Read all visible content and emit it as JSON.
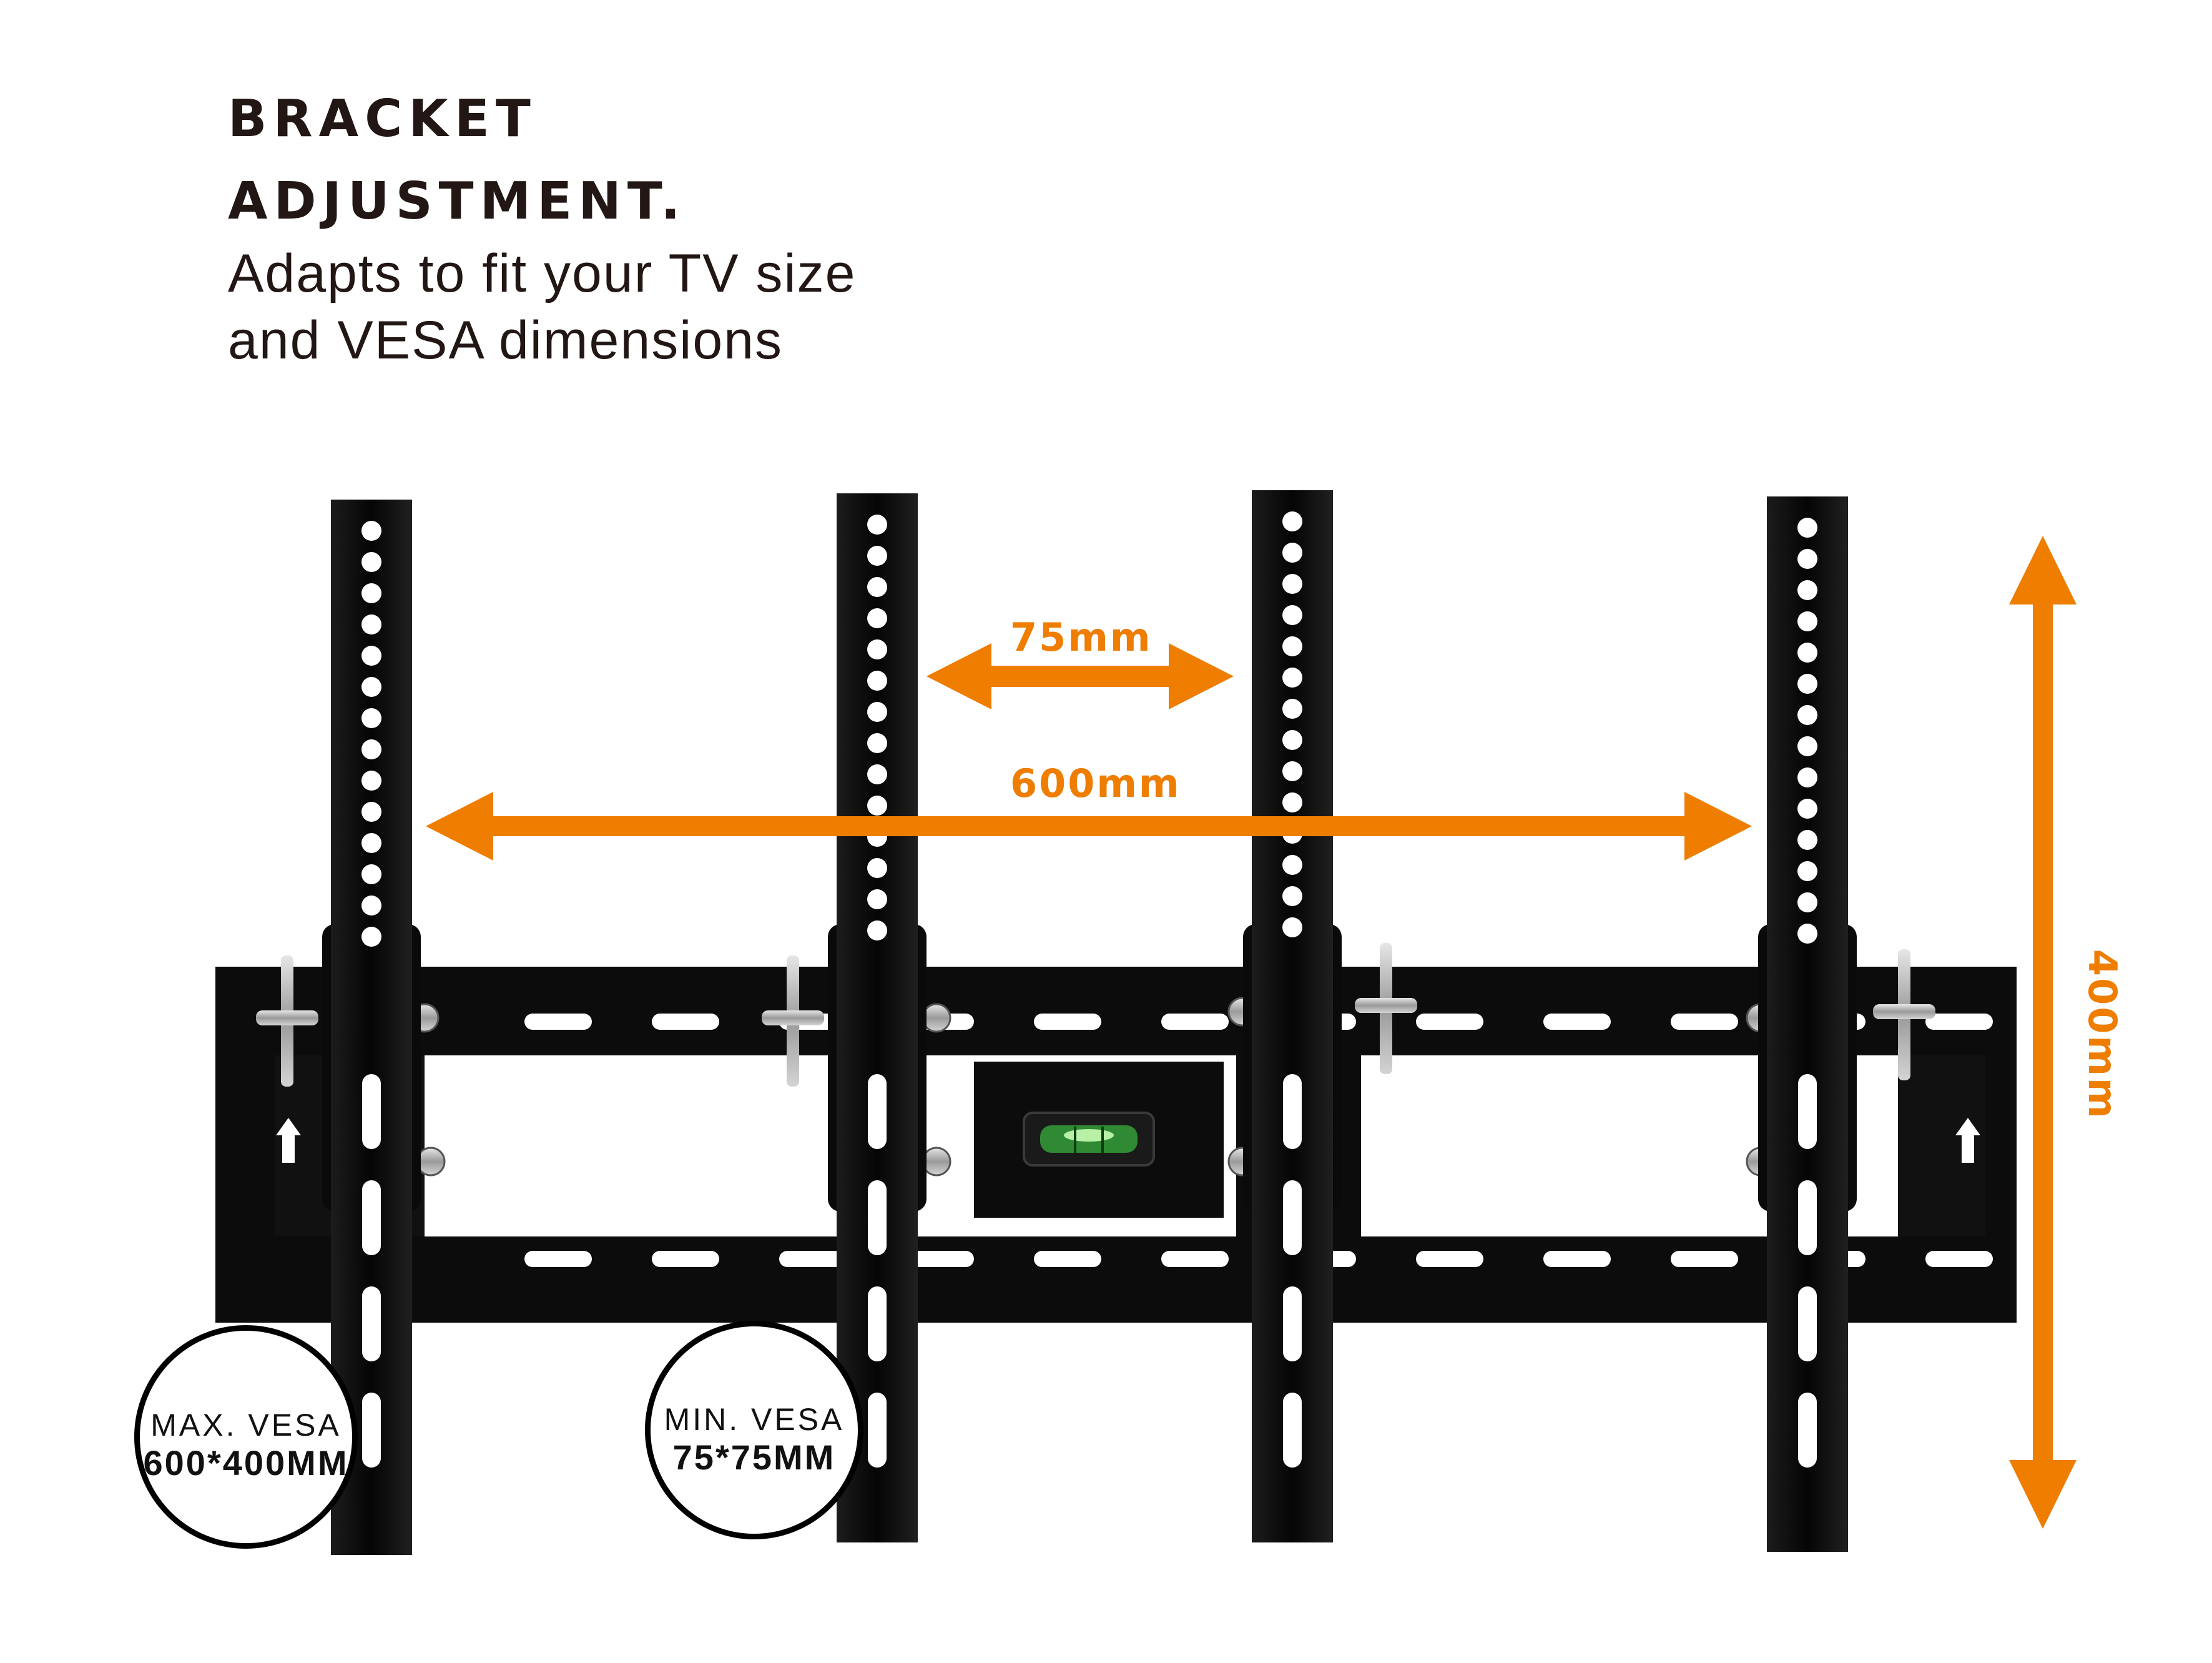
{
  "heading": {
    "line1": "BRACKET",
    "line2": "ADJUSTMENT.",
    "subtitle_line1": "Adapts to fit your TV size",
    "subtitle_line2": "and VESA dimensions"
  },
  "dimensions": {
    "min_spacing": "75mm",
    "max_width": "600mm",
    "max_height": "400mm"
  },
  "badges": {
    "max_vesa": {
      "label": "MAX. VESA",
      "value": "600*400MM"
    },
    "min_vesa": {
      "label": "MIN. VESA",
      "value": "75*75MM"
    }
  },
  "colors": {
    "accent": "#ee7d00",
    "text": "#221714",
    "bracket": "#0b0b0b",
    "background": "#ffffff"
  }
}
